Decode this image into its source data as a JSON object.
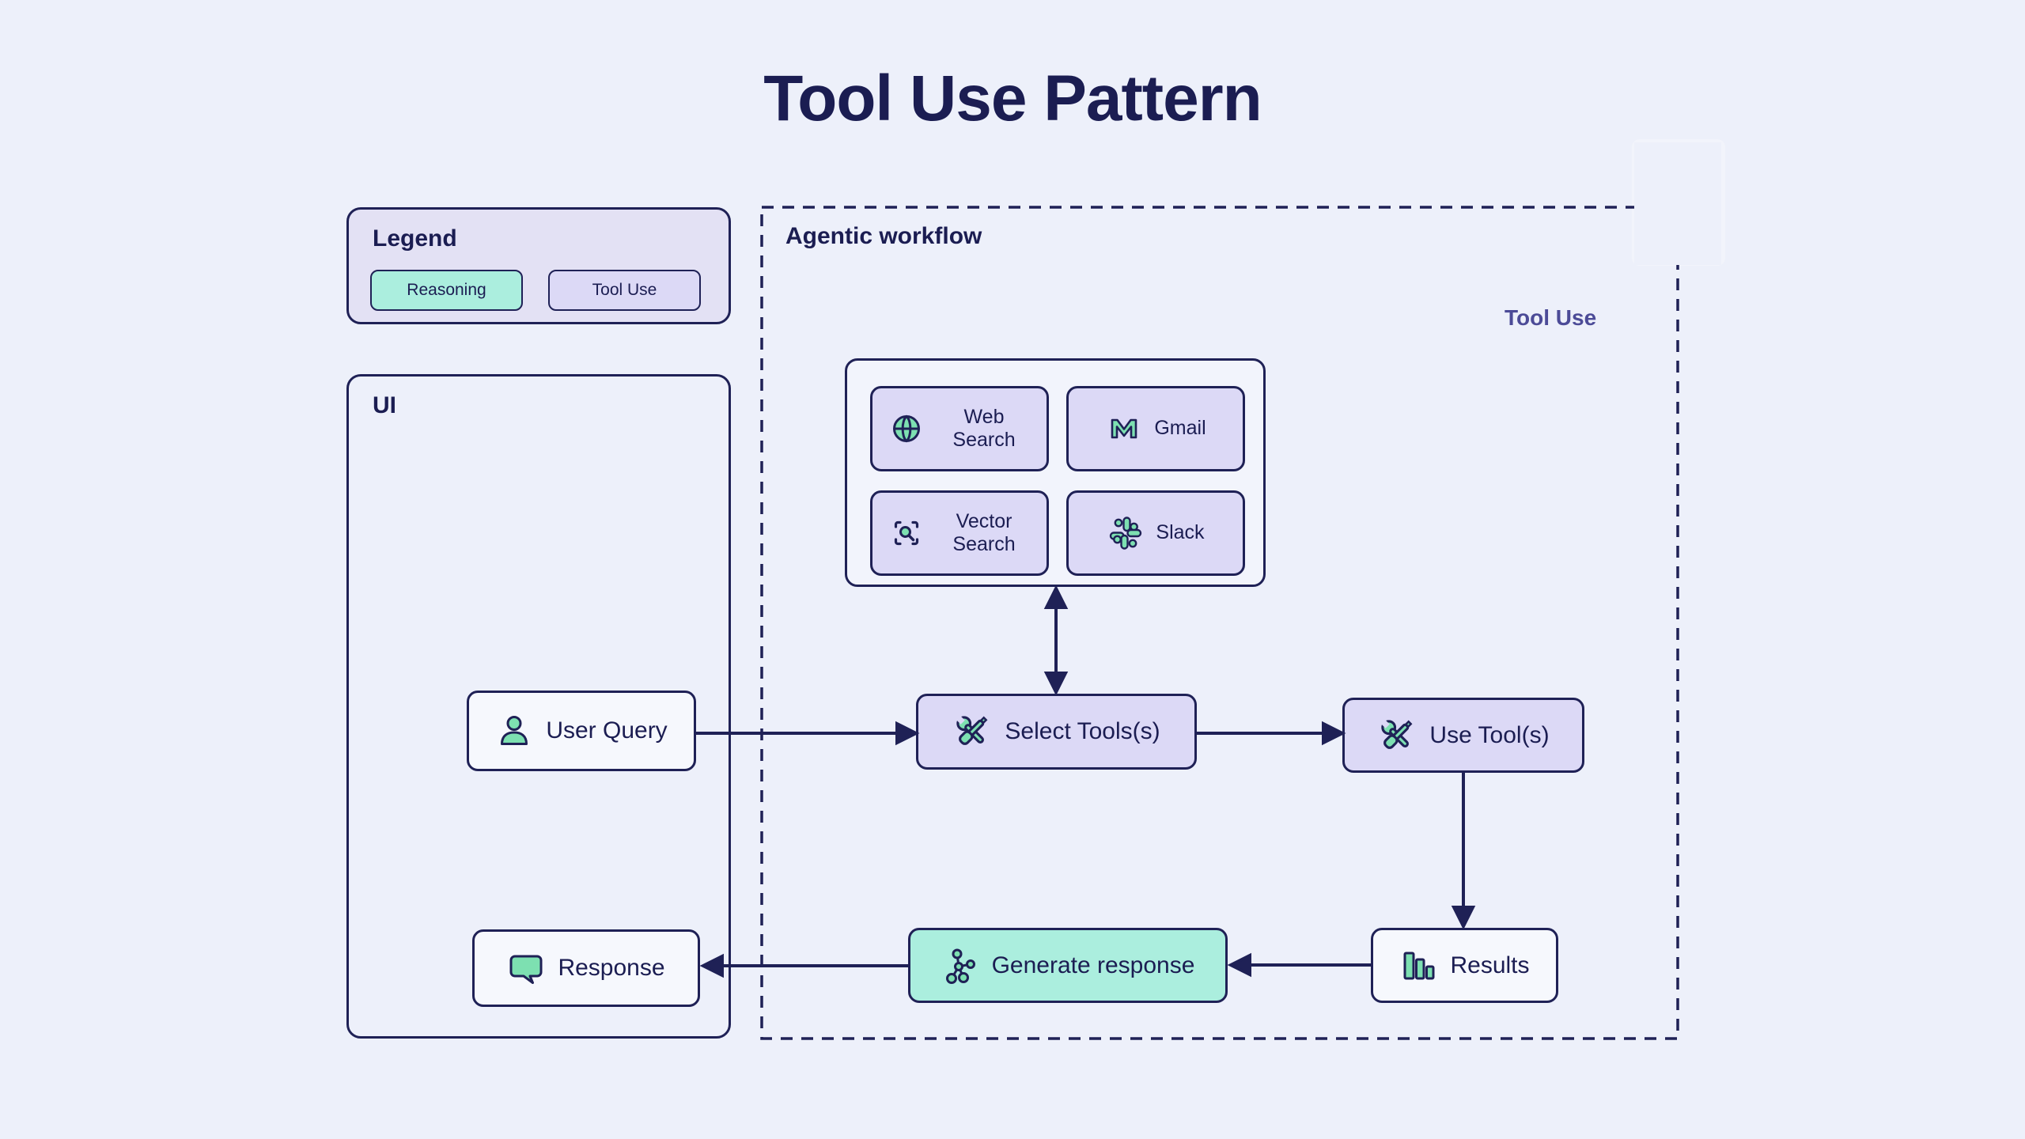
{
  "page": {
    "title": "Tool Use Pattern"
  },
  "legend": {
    "title": "Legend",
    "items": [
      {
        "label": "Reasoning",
        "type": "reasoning"
      },
      {
        "label": "Tool Use",
        "type": "tool-use"
      }
    ]
  },
  "ui_panel": {
    "title": "UI",
    "user_query": "User Query",
    "response": "Response"
  },
  "workflow": {
    "title": "Agentic workflow",
    "caption": "Tool Use",
    "tools": [
      {
        "label": "Web Search",
        "icon": "globe-icon"
      },
      {
        "label": "Gmail",
        "icon": "gmail-icon"
      },
      {
        "label": "Vector Search",
        "icon": "vector-search-icon"
      },
      {
        "label": "Slack",
        "icon": "slack-icon"
      }
    ],
    "select_tools": "Select Tools(s)",
    "use_tools": "Use Tool(s)",
    "results": "Results",
    "generate_response": "Generate response"
  },
  "colors": {
    "background": "#edf0fa",
    "navy": "#1f2156",
    "lavender": "#dcd9f6",
    "legend_fill": "#e3e1f4",
    "teal": "#abeede",
    "icon_green": "#7de0b1",
    "node_fill": "#f6f8fd",
    "caption_purple": "#4c4b97"
  }
}
